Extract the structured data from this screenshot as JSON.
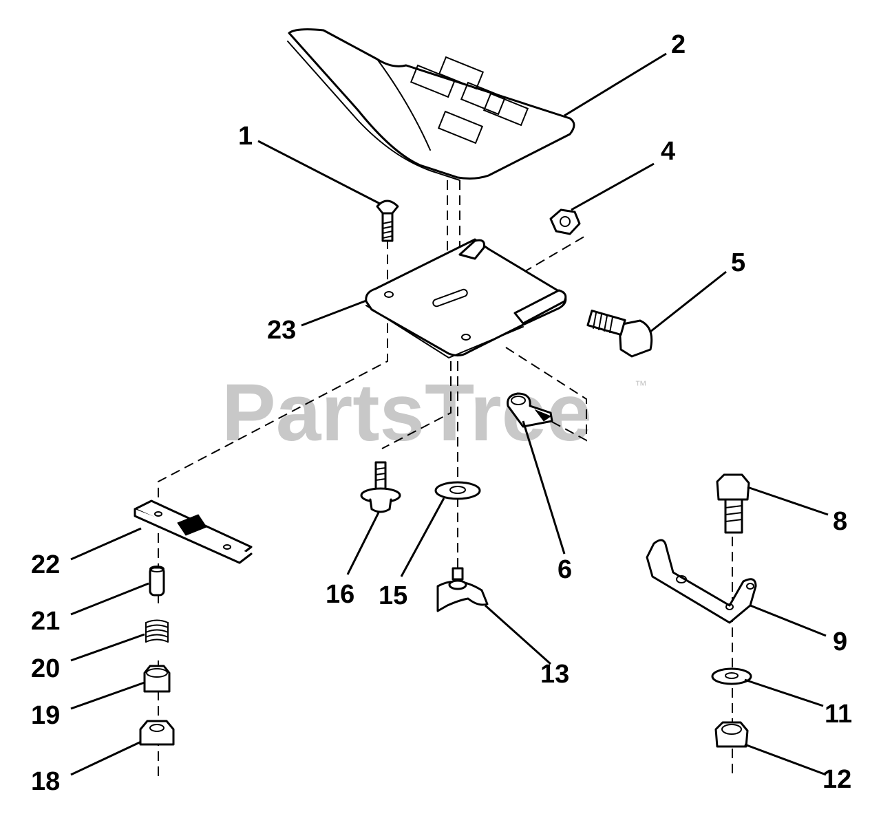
{
  "watermark": {
    "text": "PartsTree",
    "trademark": "™"
  },
  "callouts": {
    "c1": "1",
    "c2": "2",
    "c4": "4",
    "c5": "5",
    "c6": "6",
    "c8": "8",
    "c9": "9",
    "c11": "11",
    "c12": "12",
    "c13": "13",
    "c15": "15",
    "c16": "16",
    "c18": "18",
    "c19": "19",
    "c20": "20",
    "c21": "21",
    "c22": "22",
    "c23": "23"
  }
}
